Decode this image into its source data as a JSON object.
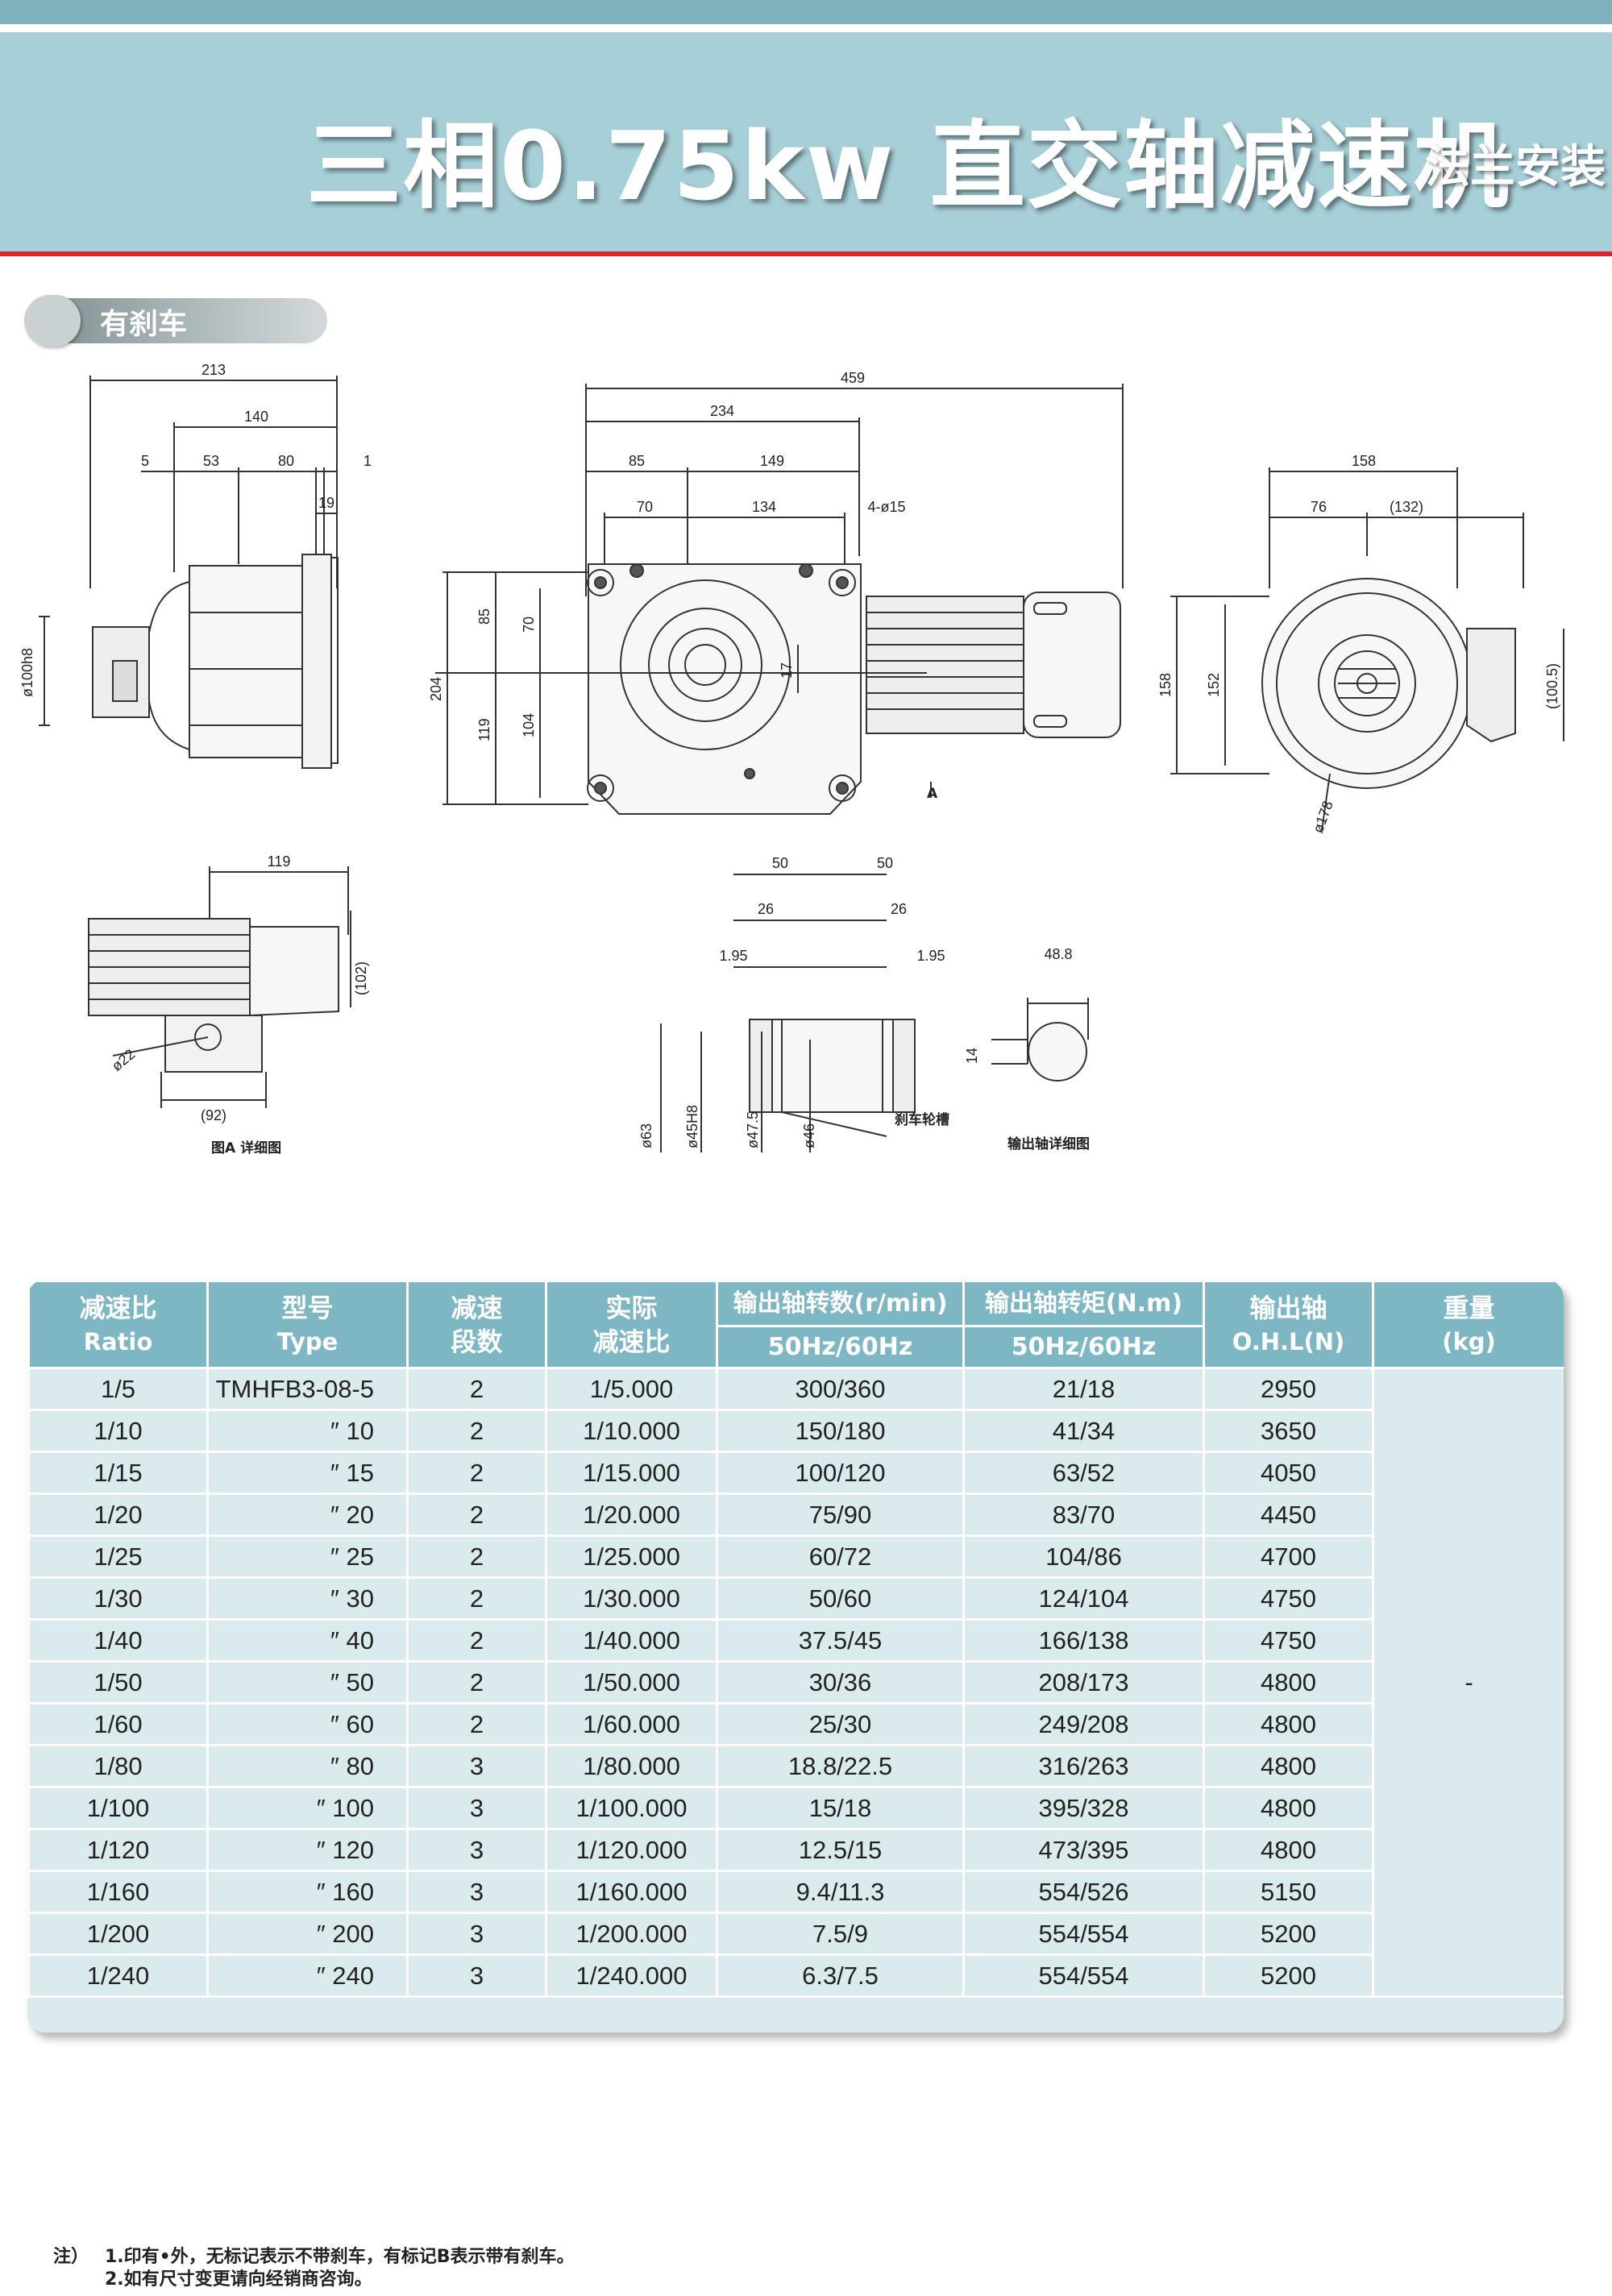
{
  "header": {
    "title": "三相0.75kw 直交轴减速机",
    "subtitle": "法兰安装"
  },
  "section": {
    "label": "有刹车"
  },
  "drawing": {
    "side_view": {
      "dims": [
        "213",
        "140",
        "5",
        "53",
        "80",
        "1",
        "19"
      ],
      "dia_label": "ø100h8"
    },
    "front_view": {
      "dims": [
        "459",
        "234",
        "85",
        "149",
        "70",
        "134",
        "4-ø15",
        "204",
        "85",
        "70",
        "17",
        "119",
        "104"
      ],
      "mark": "A"
    },
    "end_view": {
      "dims": [
        "158",
        "76",
        "(132)",
        "158",
        "152",
        "(100.5)",
        "ø178"
      ]
    },
    "detail_a": {
      "dims": [
        "119",
        "(102)",
        "ø22",
        "(92)"
      ],
      "caption": "图A 详细图"
    },
    "shaft": {
      "dims": [
        "50",
        "50",
        "26",
        "26",
        "1.95",
        "1.95",
        "48.8",
        "14",
        "ø63",
        "ø45H8",
        "ø47.5",
        "ø46"
      ],
      "brake_label": "刹车轮槽",
      "caption": "输出轴详细图"
    }
  },
  "table": {
    "headers": {
      "ratio": [
        "减速比",
        "Ratio"
      ],
      "type": [
        "型号",
        "Type"
      ],
      "stages": [
        "减速",
        "段数"
      ],
      "actual": [
        "实际",
        "减速比"
      ],
      "speed": "输出轴转数(r/min)",
      "speed_sub": "50Hz/60Hz",
      "torque": "输出轴转矩(N.m)",
      "torque_sub": "50Hz/60Hz",
      "ohl": [
        "输出轴",
        "O.H.L(N)"
      ],
      "weight": [
        "重量",
        "(kg)"
      ]
    },
    "weight_value": "-",
    "rows": [
      [
        "1/5",
        "TMHFB3-08-5",
        "2",
        "1/5.000",
        "300/360",
        "21/18",
        "2950"
      ],
      [
        "1/10",
        "″ 10",
        "2",
        "1/10.000",
        "150/180",
        "41/34",
        "3650"
      ],
      [
        "1/15",
        "″ 15",
        "2",
        "1/15.000",
        "100/120",
        "63/52",
        "4050"
      ],
      [
        "1/20",
        "″ 20",
        "2",
        "1/20.000",
        "75/90",
        "83/70",
        "4450"
      ],
      [
        "1/25",
        "″ 25",
        "2",
        "1/25.000",
        "60/72",
        "104/86",
        "4700"
      ],
      [
        "1/30",
        "″ 30",
        "2",
        "1/30.000",
        "50/60",
        "124/104",
        "4750"
      ],
      [
        "1/40",
        "″ 40",
        "2",
        "1/40.000",
        "37.5/45",
        "166/138",
        "4750"
      ],
      [
        "1/50",
        "″ 50",
        "2",
        "1/50.000",
        "30/36",
        "208/173",
        "4800"
      ],
      [
        "1/60",
        "″ 60",
        "2",
        "1/60.000",
        "25/30",
        "249/208",
        "4800"
      ],
      [
        "1/80",
        "″ 80",
        "3",
        "1/80.000",
        "18.8/22.5",
        "316/263",
        "4800"
      ],
      [
        "1/100",
        "″ 100",
        "3",
        "1/100.000",
        "15/18",
        "395/328",
        "4800"
      ],
      [
        "1/120",
        "″ 120",
        "3",
        "1/120.000",
        "12.5/15",
        "473/395",
        "4800"
      ],
      [
        "1/160",
        "″ 160",
        "3",
        "1/160.000",
        "9.4/11.3",
        "554/526",
        "5150"
      ],
      [
        "1/200",
        "″ 200",
        "3",
        "1/200.000",
        "7.5/9",
        "554/554",
        "5200"
      ],
      [
        "1/240",
        "″ 240",
        "3",
        "1/240.000",
        "6.3/7.5",
        "554/554",
        "5200"
      ]
    ]
  },
  "notes": {
    "label": "注）",
    "line1": "1.印有•外，无标记表示不带刹车，有标记B表示带有刹车。",
    "line2": "2.如有尺寸变更请向经销商咨询。"
  },
  "colors": {
    "header_band": "#a6cfd8",
    "accent_red": "#d6252e",
    "table_header": "#7eb7c4",
    "table_body": "#dbeaed"
  }
}
